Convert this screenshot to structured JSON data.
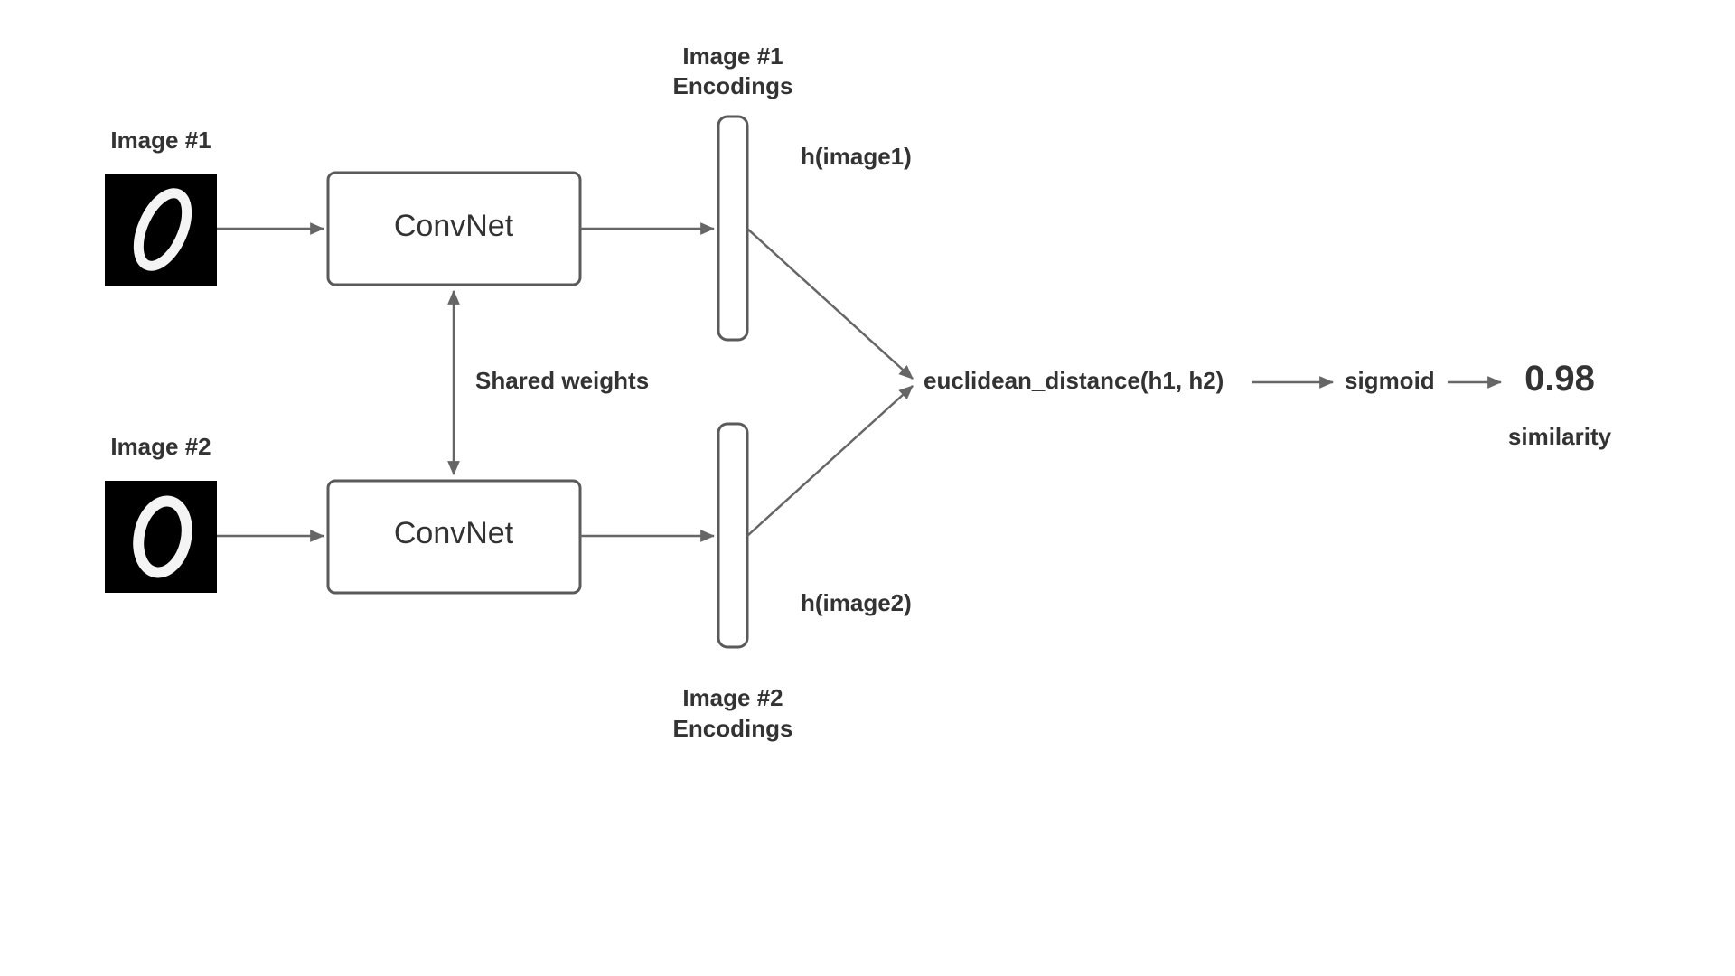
{
  "inputs": {
    "image1_label": "Image #1",
    "image2_label": "Image #2"
  },
  "nodes": {
    "convnet_top": "ConvNet",
    "convnet_bottom": "ConvNet",
    "shared_weights": "Shared weights"
  },
  "encodings": {
    "enc1_line1": "Image #1",
    "enc1_line2": "Encodings",
    "enc2_line1": "Image #2",
    "enc2_line2": "Encodings",
    "h1": "h(image1)",
    "h2": "h(image2)"
  },
  "pipeline": {
    "distance": "euclidean_distance(h1, h2)",
    "activation": "sigmoid",
    "result_value": "0.98",
    "result_label": "similarity"
  },
  "colors": {
    "stroke": "#5a5a5a",
    "arrow": "#666666",
    "text": "#333333",
    "digit_bg": "#000000",
    "digit_fg": "#f4f4f4"
  },
  "icons": {
    "digit_image": "handwritten-zero"
  }
}
